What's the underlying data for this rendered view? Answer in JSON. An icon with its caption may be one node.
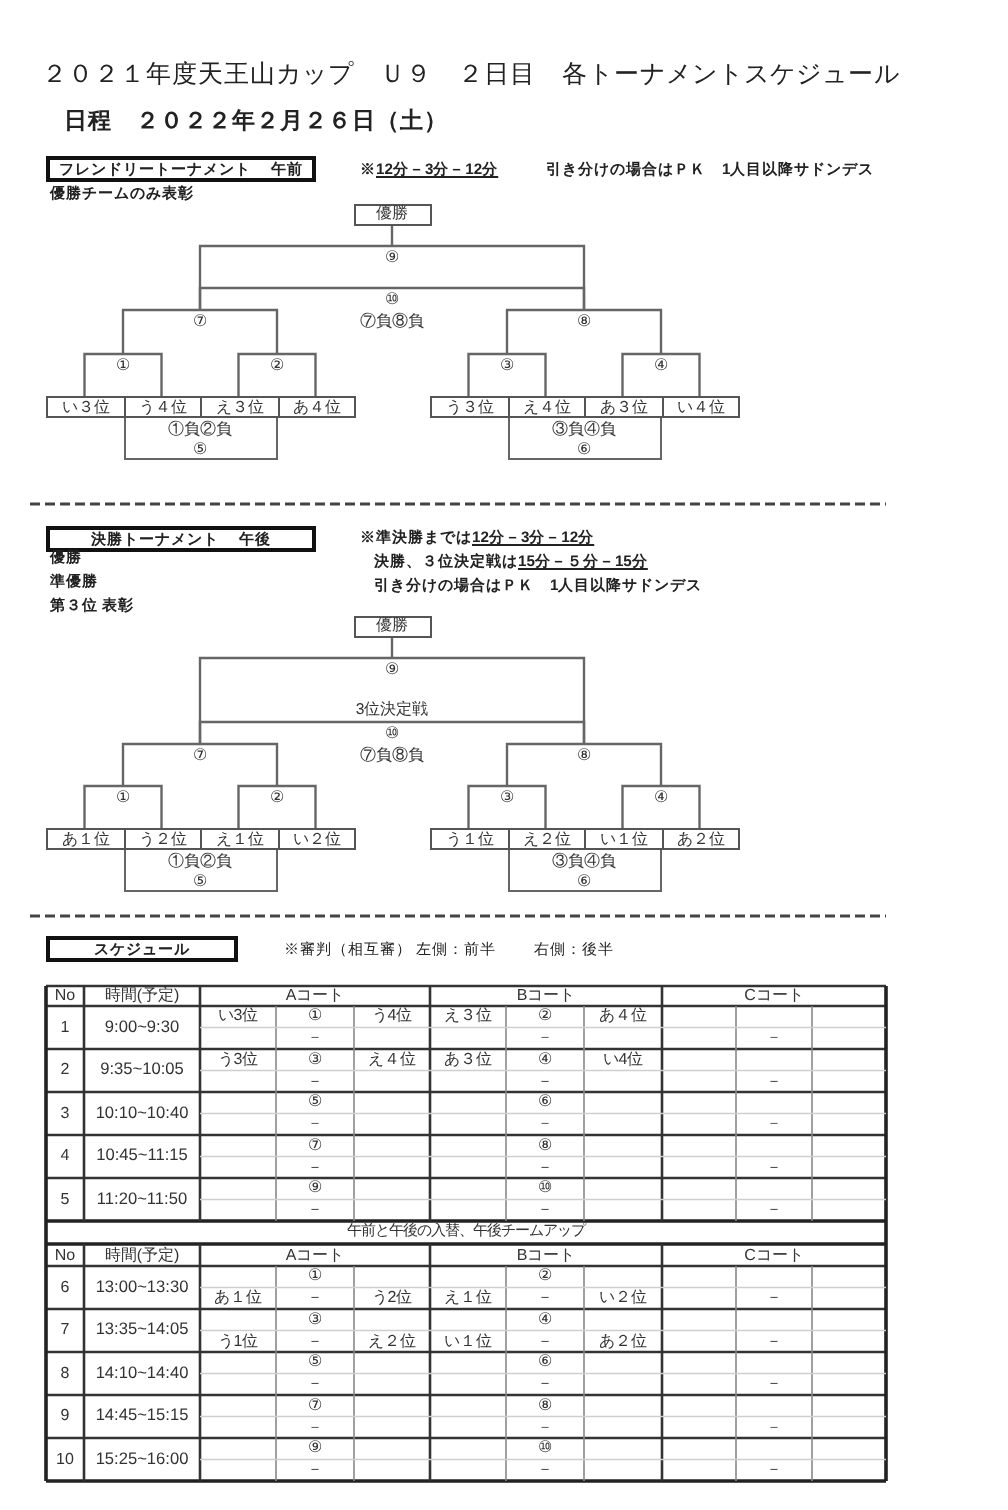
{
  "diagram": {
    "title": "２０２１年度天王山カップ　Ｕ９　２日目　各トーナメントスケジュール",
    "nodes": [
      {
        "text": [
          "フレンドリートーナメント　 午前"
        ]
      },
      {
        "text": [
          "優勝"
        ]
      },
      {
        "text": [
          "⑨"
        ]
      },
      {
        "text": [
          "⑩",
          "⑦負⑧負"
        ]
      },
      {
        "text": [
          "⑦"
        ]
      },
      {
        "text": [
          "⑧"
        ]
      },
      {
        "text": [
          "①"
        ]
      },
      {
        "text": [
          "②"
        ]
      },
      {
        "text": [
          "③"
        ]
      },
      {
        "text": [
          "④"
        ]
      },
      {
        "text": [
          "い３位"
        ]
      },
      {
        "text": [
          "う４位"
        ]
      },
      {
        "text": [
          "え３位"
        ]
      },
      {
        "text": [
          "あ４位"
        ]
      },
      {
        "text": [
          "う３位"
        ]
      },
      {
        "text": [
          "え４位"
        ]
      },
      {
        "text": [
          "あ３位"
        ]
      },
      {
        "text": [
          "い４位"
        ]
      },
      {
        "text": [
          "①負②負",
          "⑤"
        ]
      },
      {
        "text": [
          "③負④負",
          "⑥"
        ]
      },
      {
        "text": [
          "決勝トーナメント　 午後"
        ]
      },
      {
        "text": [
          "優勝"
        ]
      },
      {
        "text": [
          "⑨"
        ]
      },
      {
        "text": [
          "⑩",
          "⑦負⑧負"
        ],
        "beside": [
          "3位決定戦"
        ]
      },
      {
        "text": [
          "⑦"
        ]
      },
      {
        "text": [
          "⑧"
        ]
      },
      {
        "text": [
          "①"
        ]
      },
      {
        "text": [
          "②"
        ]
      },
      {
        "text": [
          "③"
        ]
      },
      {
        "text": [
          "④"
        ]
      },
      {
        "text": [
          "あ１位"
        ]
      },
      {
        "text": [
          "う２位"
        ]
      },
      {
        "text": [
          "え１位"
        ]
      },
      {
        "text": [
          "い２位"
        ]
      },
      {
        "text": [
          "う１位"
        ]
      },
      {
        "text": [
          "え２位"
        ]
      },
      {
        "text": [
          "い１位"
        ]
      },
      {
        "text": [
          "あ２位"
        ]
      },
      {
        "text": [
          "①負②負",
          "⑤"
        ]
      },
      {
        "text": [
          "③負④負",
          "⑥"
        ]
      },
      {
        "text": [
          "スケジュール"
        ]
      }
    ],
    "edges": [
      {
        "from": 2,
        "to": 1,
        "arrow": "none"
      },
      {
        "from": 4,
        "to": 2,
        "arrow": "none"
      },
      {
        "from": 5,
        "to": 2,
        "arrow": "none"
      },
      {
        "from": 4,
        "to": 3,
        "arrow": "none"
      },
      {
        "from": 5,
        "to": 3,
        "arrow": "none"
      },
      {
        "from": 6,
        "to": 4,
        "arrow": "none"
      },
      {
        "from": 7,
        "to": 4,
        "arrow": "none"
      },
      {
        "from": 8,
        "to": 5,
        "arrow": "none"
      },
      {
        "from": 9,
        "to": 5,
        "arrow": "none"
      },
      {
        "from": 10,
        "to": 6,
        "arrow": "none"
      },
      {
        "from": 11,
        "to": 6,
        "arrow": "none"
      },
      {
        "from": 12,
        "to": 7,
        "arrow": "none"
      },
      {
        "from": 13,
        "to": 7,
        "arrow": "none"
      },
      {
        "from": 14,
        "to": 8,
        "arrow": "none"
      },
      {
        "from": 15,
        "to": 8,
        "arrow": "none"
      },
      {
        "from": 16,
        "to": 9,
        "arrow": "none"
      },
      {
        "from": 17,
        "to": 9,
        "arrow": "none"
      },
      {
        "from": 22,
        "to": 21,
        "arrow": "none"
      },
      {
        "from": 24,
        "to": 22,
        "arrow": "none"
      },
      {
        "from": 25,
        "to": 22,
        "arrow": "none"
      },
      {
        "from": 24,
        "to": 23,
        "arrow": "none"
      },
      {
        "from": 25,
        "to": 23,
        "arrow": "none"
      },
      {
        "from": 26,
        "to": 24,
        "arrow": "none"
      },
      {
        "from": 27,
        "to": 24,
        "arrow": "none"
      },
      {
        "from": 28,
        "to": 25,
        "arrow": "none"
      },
      {
        "from": 29,
        "to": 25,
        "arrow": "none"
      },
      {
        "from": 30,
        "to": 26,
        "arrow": "none"
      },
      {
        "from": 31,
        "to": 26,
        "arrow": "none"
      },
      {
        "from": 32,
        "to": 27,
        "arrow": "none"
      },
      {
        "from": 33,
        "to": 27,
        "arrow": "none"
      },
      {
        "from": 34,
        "to": 28,
        "arrow": "none"
      },
      {
        "from": 35,
        "to": 28,
        "arrow": "none"
      },
      {
        "from": 36,
        "to": 29,
        "arrow": "none"
      },
      {
        "from": 37,
        "to": 29,
        "arrow": "none"
      }
    ],
    "labels": [
      "日程　２０２２年２月２６日（土）",
      "※12分－3分－12分",
      "引き分けの場合はＰＫ　1人目以降サドンデス",
      "優勝チームのみ表彰",
      "※準決勝までは12分－3分－12分",
      "優勝",
      "決勝、３位決定戦は15分－５分－15分",
      "準優勝",
      "引き分けの場合はＰＫ　1人目以降サドンデス",
      "第３位 表彰",
      "※審判（相互審）",
      "左側：前半",
      "右側：後半",
      "No",
      "時間(予定)",
      "Aコート",
      "Bコート",
      "Cコート",
      "1",
      "9:00~9:30",
      "い3位",
      "①",
      "う4位",
      "え３位",
      "②",
      "あ４位",
      "－",
      "－",
      "－",
      "2",
      "9:35~10:05",
      "う3位",
      "③",
      "え４位",
      "あ３位",
      "④",
      "い4位",
      "－",
      "－",
      "－",
      "3",
      "10:10~10:40",
      "⑤",
      "⑥",
      "－",
      "－",
      "－",
      "4",
      "10:45~11:15",
      "⑦",
      "⑧",
      "－",
      "－",
      "－",
      "5",
      "11:20~11:50",
      "⑨",
      "⑩",
      "－",
      "－",
      "－",
      "午前と午後の入替、午後チームアップ",
      "No",
      "時間(予定)",
      "Aコート",
      "Bコート",
      "Cコート",
      "6",
      "13:00~13:30",
      "①",
      "②",
      "あ１位",
      "－",
      "う2位",
      "え１位",
      "－",
      "い２位",
      "－",
      "7",
      "13:35~14:05",
      "③",
      "④",
      "う1位",
      "－",
      "え２位",
      "い１位",
      "－",
      "あ２位",
      "－",
      "8",
      "14:10~14:40",
      "⑤",
      "⑥",
      "－",
      "－",
      "－",
      "9",
      "14:45~15:15",
      "⑦",
      "⑧",
      "－",
      "－",
      "－",
      "10",
      "15:25~16:00",
      "⑨",
      "⑩",
      "－",
      "－",
      "－"
    ]
  }
}
